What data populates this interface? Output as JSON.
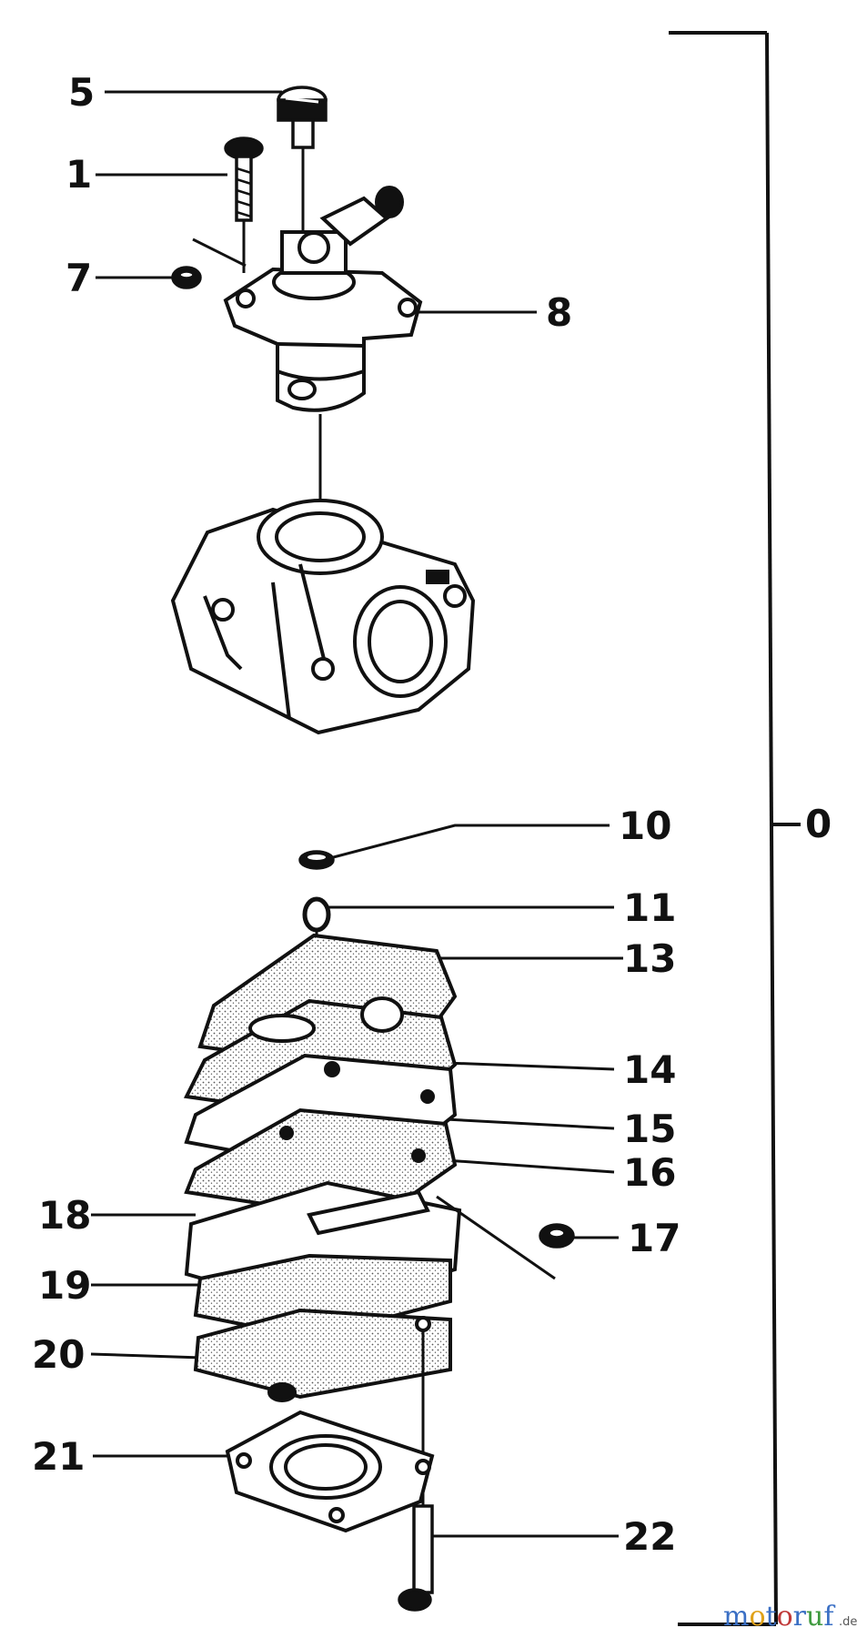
{
  "diagram": {
    "callouts": {
      "c0": "0",
      "c1": "1",
      "c5": "5",
      "c7": "7",
      "c8": "8",
      "c10": "10",
      "c11": "11",
      "c13": "13",
      "c14": "14",
      "c15": "15",
      "c16": "16",
      "c17": "17",
      "c18": "18",
      "c19": "19",
      "c20": "20",
      "c21": "21",
      "c22": "22"
    }
  },
  "watermark": {
    "letters": [
      "m",
      "o",
      "t",
      "o",
      "r",
      "u",
      "f"
    ],
    "letter_colors": [
      "#3a6fc4",
      "#e0a21a",
      "#3a6fc4",
      "#c03a3a",
      "#3a6fc4",
      "#3f9a3f",
      "#3a6fc4"
    ],
    "suffix": ".de"
  },
  "colors": {
    "ink": "#111111",
    "paper": "#ffffff",
    "stipple": "#555555"
  }
}
